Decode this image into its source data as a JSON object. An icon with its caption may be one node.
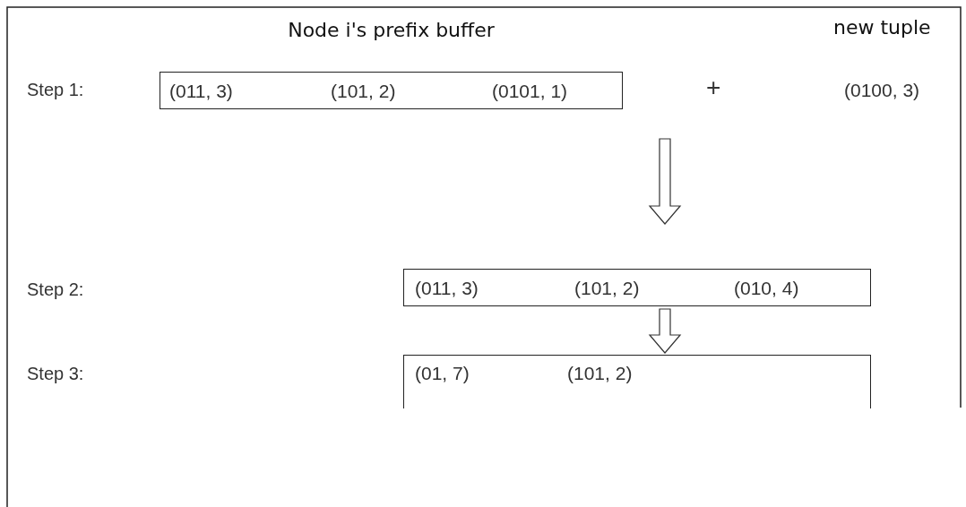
{
  "diagram": {
    "nodes": [
      {
        "text": [
          "Node i's prefix buffer",
          "(011, 3)",
          "(101, 2)",
          "(0101, 1)"
        ]
      },
      {
        "text": [
          "(011, 3)",
          "(101, 2)",
          "(010, 4)"
        ]
      },
      {
        "text": [
          "(01, 7)",
          "(101, 2)"
        ]
      }
    ],
    "edges": [
      {
        "from": 0,
        "to": 1,
        "arrow": "to"
      },
      {
        "from": 1,
        "to": 2,
        "arrow": "to"
      }
    ],
    "labels": [
      "new tuple",
      "Step 1:",
      "+",
      "(0100, 3)",
      "Step 2:",
      "Step 3:"
    ]
  }
}
